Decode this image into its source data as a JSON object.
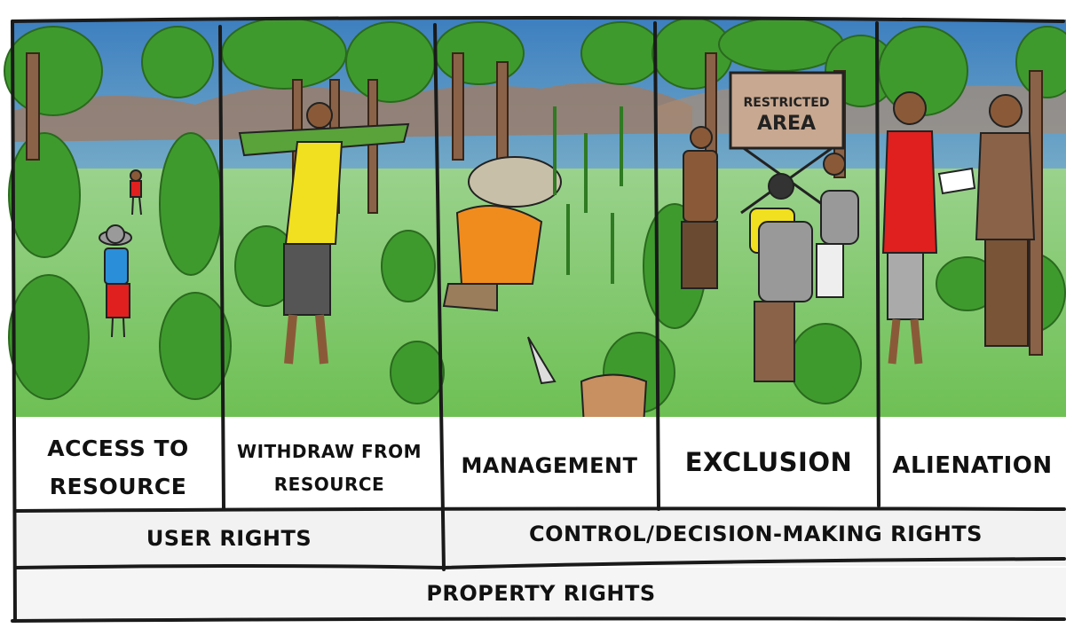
{
  "panels": [
    {
      "id": "access",
      "line1": "ACCESS TO",
      "line2": "RESOURCE"
    },
    {
      "id": "withdraw",
      "line1": "WITHDRAW FROM",
      "line2": "RESOURCE"
    },
    {
      "id": "management",
      "line1": "MANAGEMENT"
    },
    {
      "id": "exclusion",
      "line1": "EXCLUSION"
    },
    {
      "id": "alienation",
      "line1": "ALIENATION"
    }
  ],
  "sign": {
    "line1": "RESTRICTED",
    "line2": "AREA"
  },
  "groups": {
    "user": "USER RIGHTS",
    "control": "CONTROL/DECISION-MAKING RIGHTS"
  },
  "footer": "PROPERTY RIGHTS",
  "colors": {
    "sky": "#5a8fbf",
    "grass": "#7cc25a",
    "foliage": "#3f9a2e",
    "mountain": "#9a7d6a",
    "shirt_yellow": "#f0e020",
    "shirt_orange": "#f08c1e",
    "shirt_red": "#e0201e",
    "shirt_blue": "#2a8fd8",
    "skin": "#8a5a38",
    "line": "#222222"
  },
  "icons": [
    "hat-icon",
    "backpack-icon",
    "sign-icon",
    "machete-icon",
    "stump-icon",
    "envelope-icon"
  ]
}
